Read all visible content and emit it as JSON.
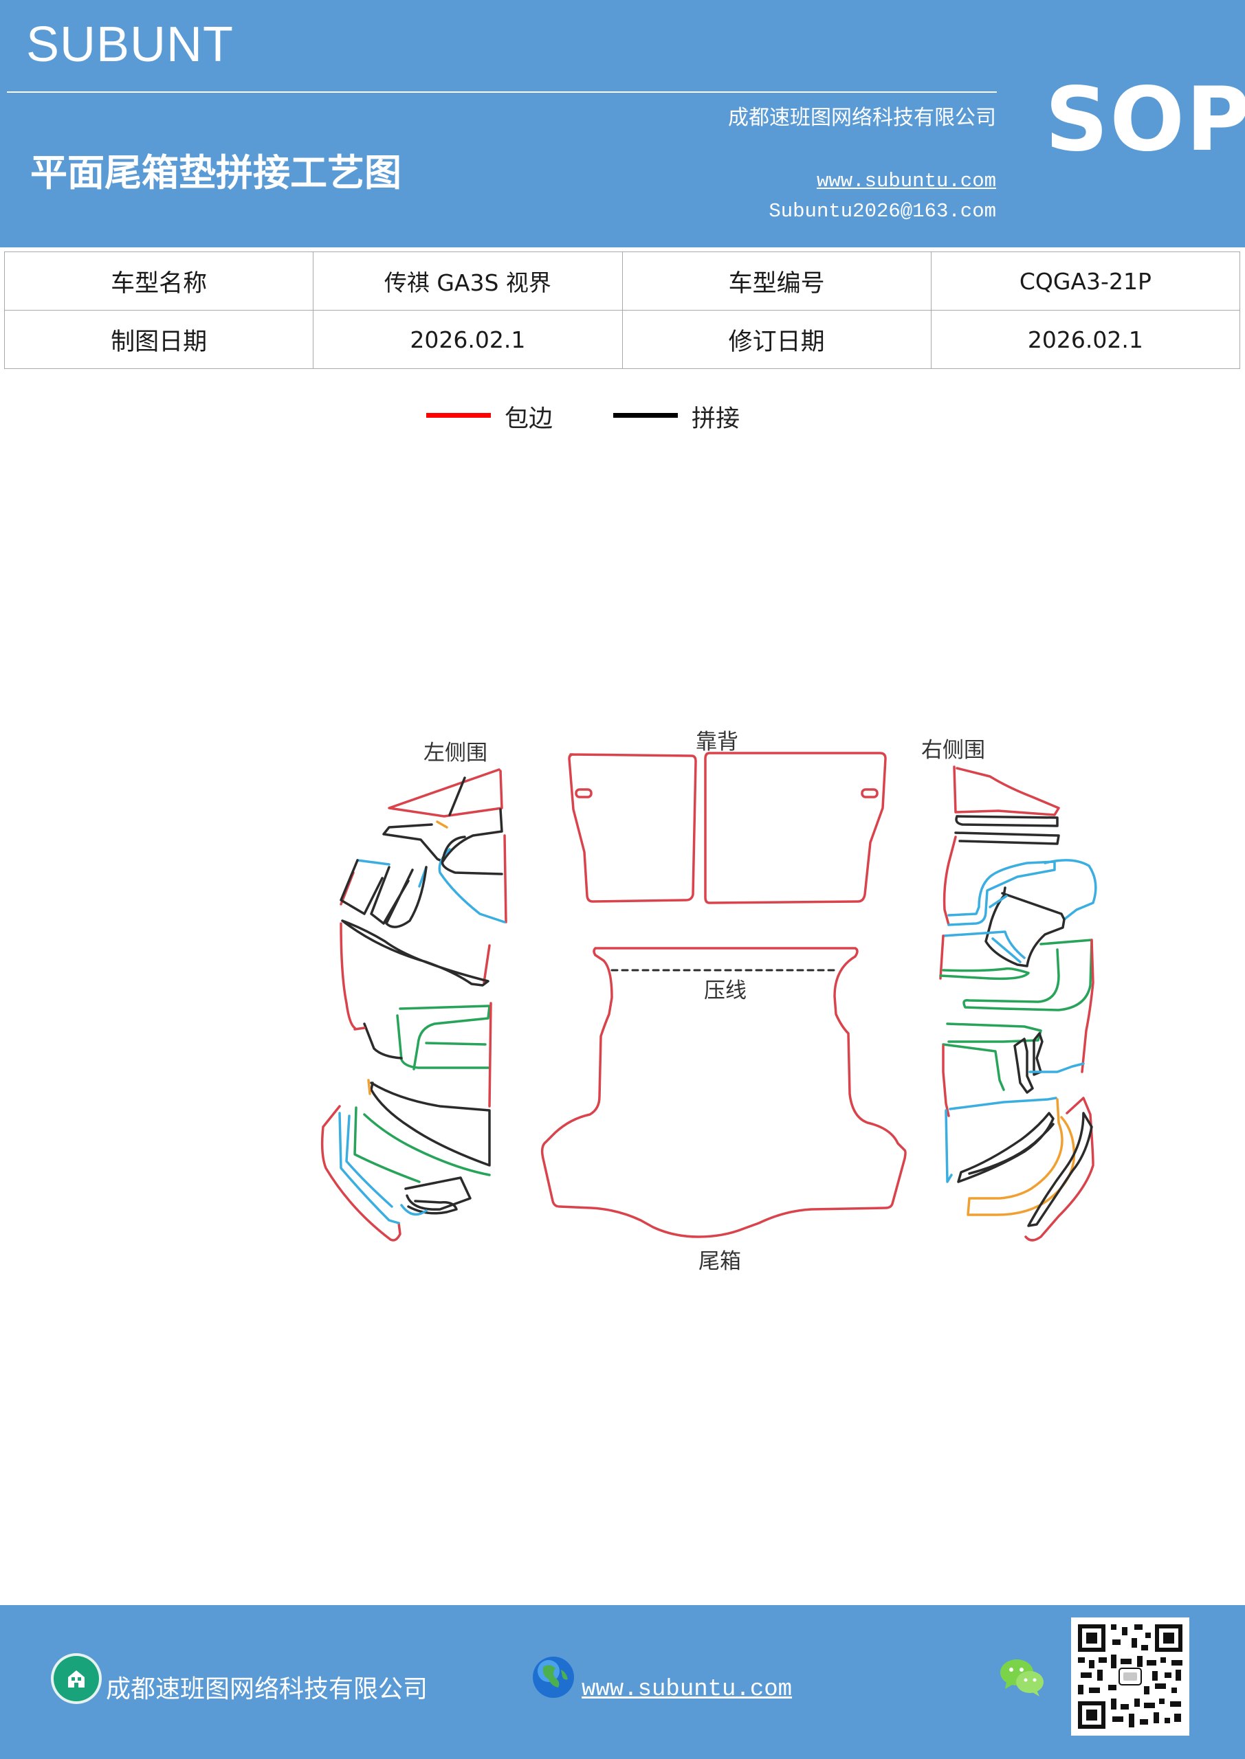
{
  "header": {
    "brand": "SUBUNT",
    "title": "平面尾箱垫拼接工艺图",
    "company": "成都速班图网络科技有限公司",
    "website": "www.subuntu.com",
    "email": "Subuntu2026@163.com",
    "badge": "SOP",
    "background_color": "#5b9bd5"
  },
  "info_table": {
    "rows": [
      [
        {
          "label": "车型名称",
          "value": "传祺 GA3S 视界"
        },
        {
          "label": "车型编号",
          "value": "CQGA3-21P"
        }
      ],
      [
        {
          "label": "制图日期",
          "value": "2026.02.1"
        },
        {
          "label": "修订日期",
          "value": "2026.02.1"
        }
      ]
    ]
  },
  "legend": [
    {
      "label": "包边",
      "color": "#ff0000"
    },
    {
      "label": "拼接",
      "color": "#000000"
    }
  ],
  "diagram": {
    "labels": {
      "left_side": "左侧围",
      "backrest": "靠背",
      "right_side": "右侧围",
      "press_line": "压线",
      "trunk": "尾箱"
    },
    "colors": {
      "edge": "#d9434b",
      "seam": "#2b2b2b",
      "seam_blue": "#3aaee0",
      "seam_green": "#27a35a",
      "seam_orange": "#f0a030"
    }
  },
  "footer": {
    "company": "成都速班图网络科技有限公司",
    "website": "www.subuntu.com",
    "icons": [
      "building-icon",
      "globe-icon",
      "wechat-icon",
      "qr-code"
    ]
  }
}
